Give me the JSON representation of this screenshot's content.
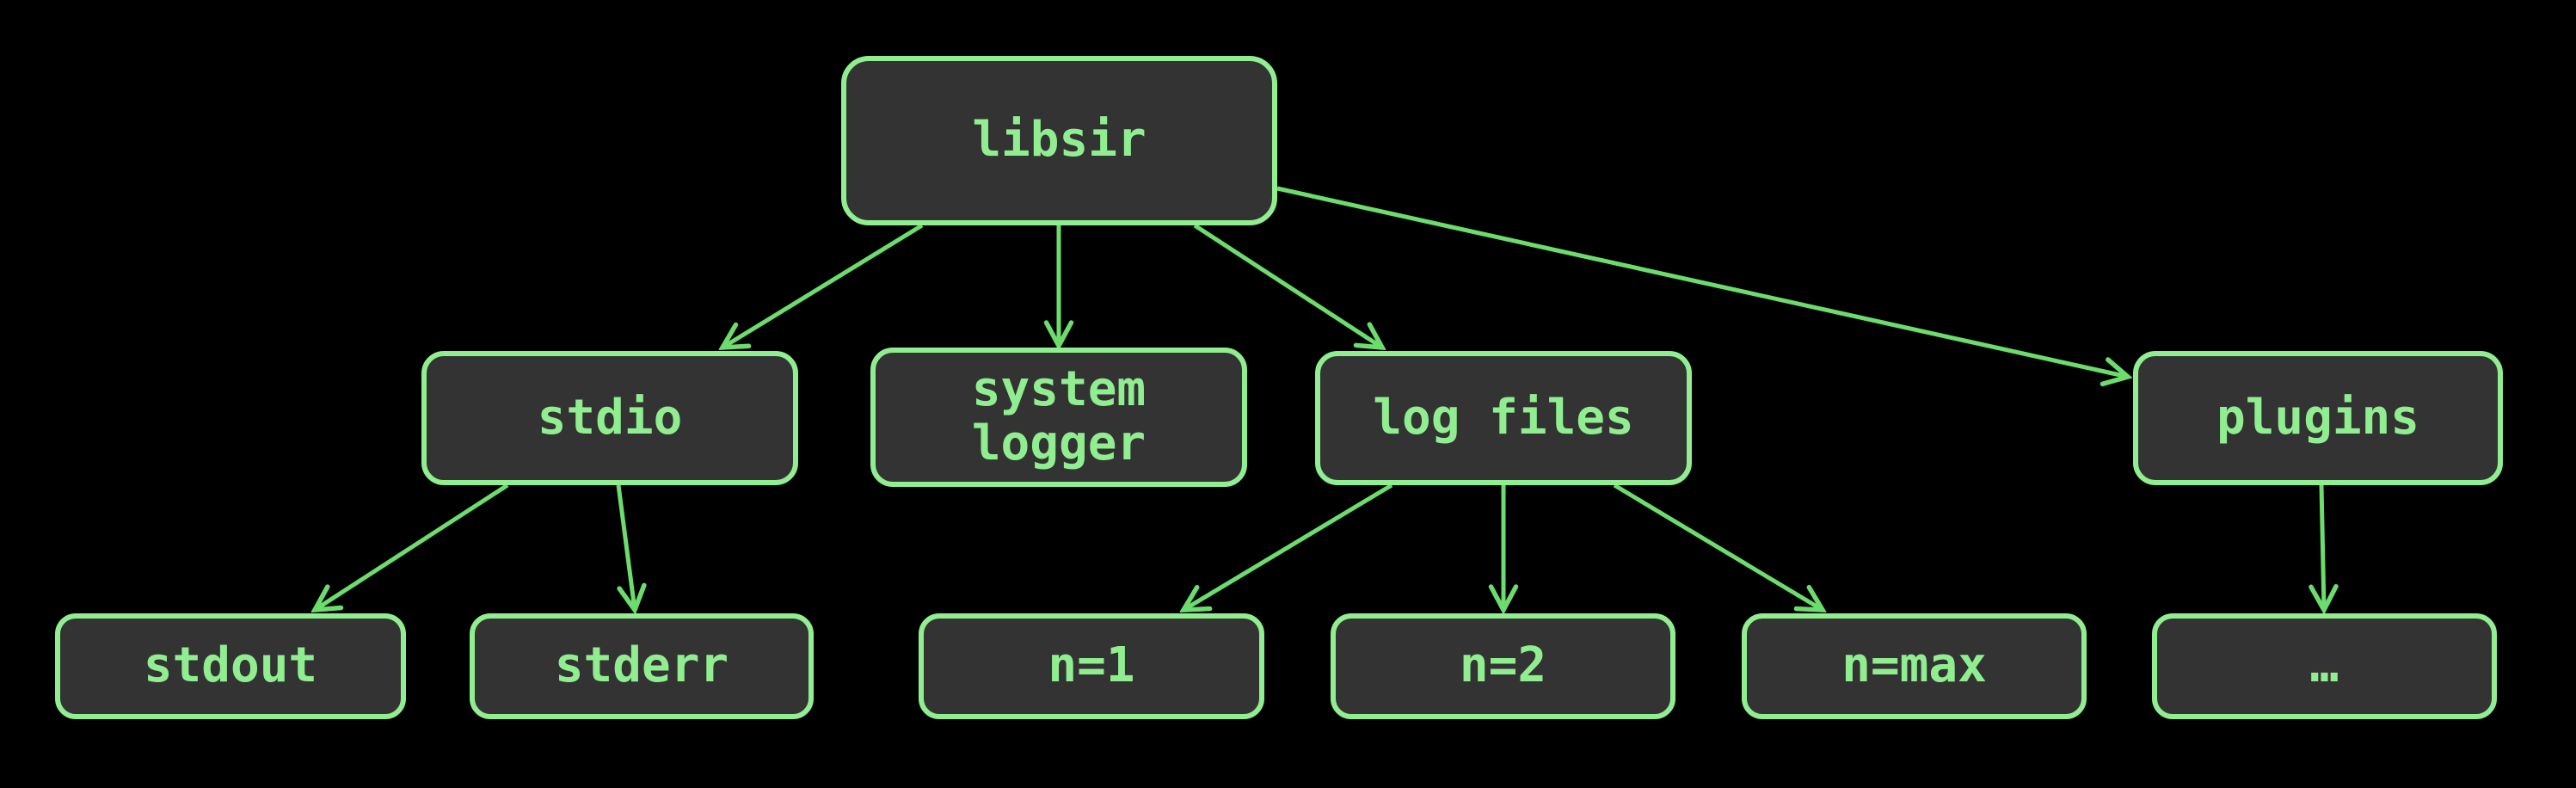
{
  "diagram": {
    "kind": "flowchart-top-down",
    "colors": {
      "background": "#000000",
      "node_fill": "#333333",
      "node_border": "#90ee90",
      "node_text": "#90ee90",
      "edge_line": "#6cdc6c"
    },
    "nodes": {
      "libsir": {
        "label": "libsir"
      },
      "stdio": {
        "label": "stdio"
      },
      "system_logger": {
        "label_line1": "system",
        "label_line2": "logger"
      },
      "log_files": {
        "label": "log files"
      },
      "plugins": {
        "label": "plugins"
      },
      "stdout": {
        "label": "stdout"
      },
      "stderr": {
        "label": "stderr"
      },
      "n1": {
        "label": "n=1"
      },
      "n2": {
        "label": "n=2"
      },
      "nmax": {
        "label": "n=max"
      },
      "more": {
        "label": "…"
      }
    },
    "edges": [
      {
        "from": "libsir",
        "to": "stdio"
      },
      {
        "from": "libsir",
        "to": "system_logger"
      },
      {
        "from": "libsir",
        "to": "log_files"
      },
      {
        "from": "libsir",
        "to": "plugins"
      },
      {
        "from": "stdio",
        "to": "stdout"
      },
      {
        "from": "stdio",
        "to": "stderr"
      },
      {
        "from": "log_files",
        "to": "n1"
      },
      {
        "from": "log_files",
        "to": "n2"
      },
      {
        "from": "log_files",
        "to": "nmax"
      },
      {
        "from": "plugins",
        "to": "more"
      }
    ]
  }
}
